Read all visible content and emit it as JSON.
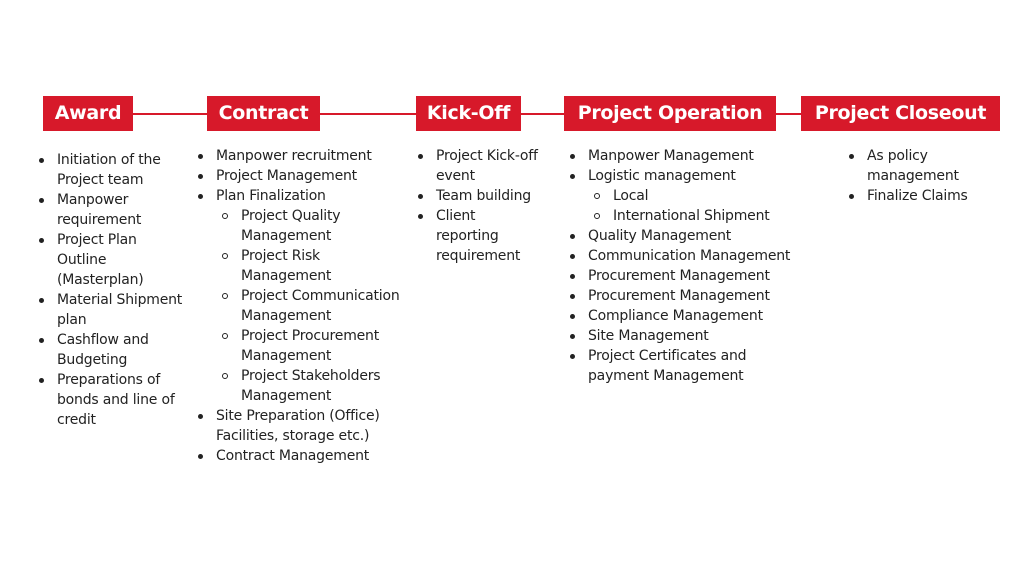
{
  "colors": {
    "accent": "#d7192a",
    "text": "#222222",
    "background": "#ffffff"
  },
  "phases": [
    {
      "label": "Award"
    },
    {
      "label": "Contract"
    },
    {
      "label": "Kick-Off"
    },
    {
      "label": "Project Operation"
    },
    {
      "label": "Project Closeout"
    }
  ],
  "columns": [
    {
      "items": [
        "Initiation of the Project team",
        "Manpower requirement",
        "Project Plan Outline (Masterplan)",
        "Material Shipment plan",
        "Cashflow and Budgeting",
        "Preparations of bonds and line of credit"
      ]
    },
    {
      "items": [
        "Manpower recruitment",
        "Project Management",
        "Plan Finalization",
        "Project Quality Management",
        "Project Risk Management",
        "Project Communication Management",
        "Project Procurement Management",
        "Project Stakeholders Management",
        "Site Preparation (Office) Facilities, storage etc.)",
        "Contract Management"
      ]
    },
    {
      "items": [
        "Project Kick-off event",
        "Team building",
        "Client reporting requirement"
      ]
    },
    {
      "items": [
        "Manpower Management",
        "Logistic management",
        "Local",
        "International Shipment",
        "Quality Management",
        "Communication Management",
        "Procurement Management",
        "Procurement Management",
        "Compliance Management",
        "Site Management",
        "Project Certificates and payment Management"
      ]
    },
    {
      "items": [
        "As policy management",
        "Finalize Claims"
      ]
    }
  ]
}
